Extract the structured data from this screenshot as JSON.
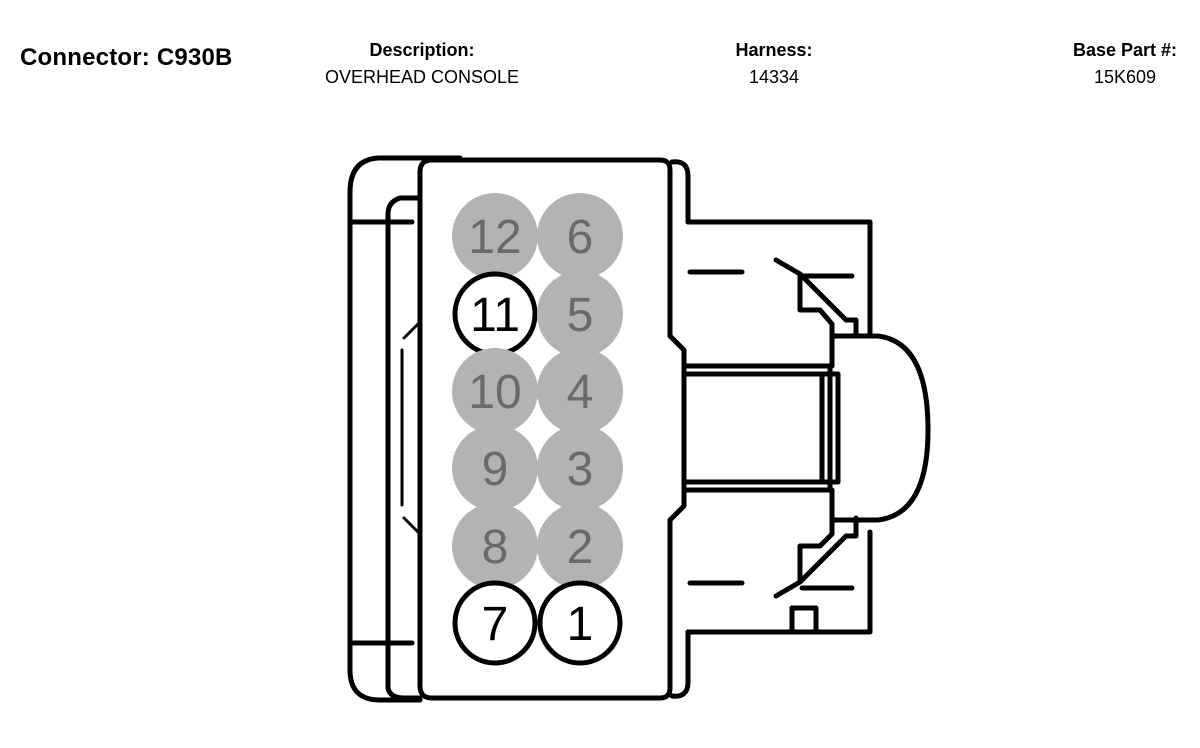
{
  "header": {
    "connector": "Connector: C930B",
    "description_label": "Description:",
    "description_value": "OVERHEAD CONSOLE",
    "harness_label": "Harness:",
    "harness_value": "14334",
    "base_part_label": "Base Part #:",
    "base_part_value": "15K609"
  },
  "pins": [
    {
      "num": "12",
      "populated": false
    },
    {
      "num": "6",
      "populated": false
    },
    {
      "num": "11",
      "populated": true
    },
    {
      "num": "5",
      "populated": false
    },
    {
      "num": "10",
      "populated": false
    },
    {
      "num": "4",
      "populated": false
    },
    {
      "num": "9",
      "populated": false
    },
    {
      "num": "3",
      "populated": false
    },
    {
      "num": "8",
      "populated": false
    },
    {
      "num": "2",
      "populated": false
    },
    {
      "num": "7",
      "populated": true
    },
    {
      "num": "1",
      "populated": true
    }
  ],
  "colors": {
    "unpopulated_fill": "#b3b3b3",
    "unpopulated_text": "#6a6a6a",
    "populated_fill": "#ffffff",
    "populated_text": "#000000",
    "outline": "#000000"
  }
}
